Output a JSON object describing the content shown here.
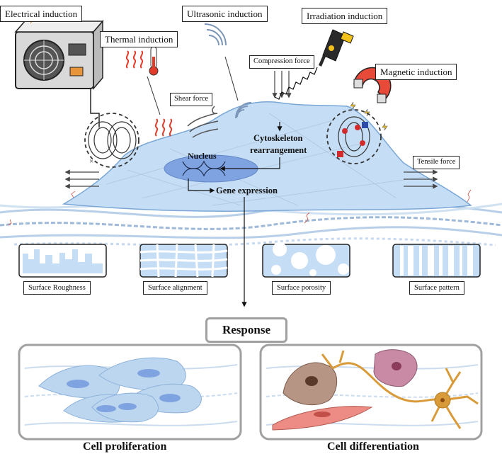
{
  "labels": {
    "electrical": "Electrical induction",
    "thermal": "Thermal induction",
    "ultrasonic": "Ultrasonic induction",
    "irradiation": "Irradiation induction",
    "compression": "Compression force",
    "magnetic": "Magnetic induction",
    "shear": "Shear force",
    "tensile": "Tensile force",
    "cytoskeleton_1": "Cytoskeleton",
    "cytoskeleton_2": "rearrangement",
    "nucleus": "Nucleus",
    "gene": "Gene expression"
  },
  "surfaces": [
    {
      "label": "Surface Roughness"
    },
    {
      "label": "Surface alignment"
    },
    {
      "label": "Surface porosity"
    },
    {
      "label": "Surface pattern"
    }
  ],
  "response": {
    "title": "Response",
    "proliferation": "Cell proliferation",
    "differentiation": "Cell differentiation"
  },
  "colors": {
    "cell_fill": "#c6def5",
    "cell_stroke": "#7aa7d6",
    "nucleus": "#7fa2e0",
    "fiber": "#a9c6e4",
    "neuron": "#d99a3a",
    "muscle": "#ec8c84",
    "pink_cell": "#c98aa6",
    "brown_cell": "#b79584",
    "magnet": "#e84a3a"
  }
}
